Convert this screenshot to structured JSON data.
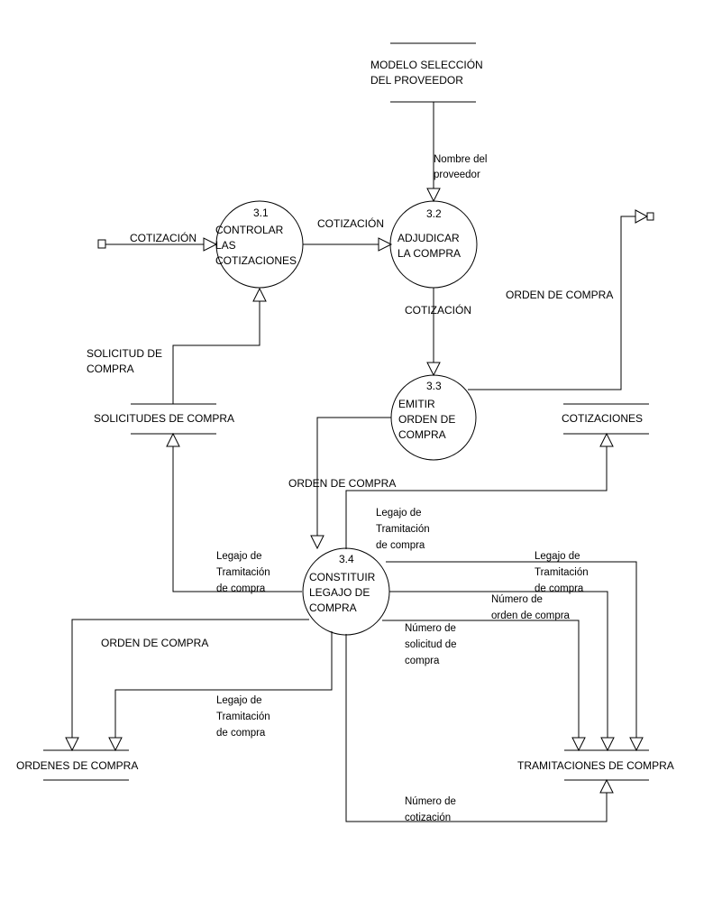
{
  "processes": {
    "p31": {
      "number": "3.1",
      "lines": [
        "CONTROLAR",
        "LAS",
        "COTIZACIONES"
      ]
    },
    "p32": {
      "number": "3.2",
      "lines": [
        "ADJUDICAR",
        "LA COMPRA"
      ]
    },
    "p33": {
      "number": "3.3",
      "lines": [
        "EMITIR",
        "ORDEN DE",
        "COMPRA"
      ]
    },
    "p34": {
      "number": "3.4",
      "lines": [
        "CONSTITUIR",
        "LEGAJO DE",
        "COMPRA"
      ]
    }
  },
  "stores": {
    "modelo": {
      "lines": [
        "MODELO SELECCIÓN",
        "DEL PROVEEDOR"
      ]
    },
    "solicitudes": {
      "label": "SOLICITUDES DE COMPRA"
    },
    "cotizaciones": {
      "label": "COTIZACIONES"
    },
    "ordenes": {
      "label": "ORDENES DE COMPRA"
    },
    "tramitaciones": {
      "label": "TRAMITACIONES DE COMPRA"
    }
  },
  "flows": {
    "cot_in": "COTIZACIÓN",
    "cot_31_32": "COTIZACIÓN",
    "cot_32_33": "COTIZACIÓN",
    "nombre_prov": [
      "Nombre del",
      "proveedor"
    ],
    "orden_out": "ORDEN DE COMPRA",
    "solicitud": [
      "SOLICITUD DE",
      "COMPRA"
    ],
    "orden_33_34": "ORDEN DE COMPRA",
    "legajo_cot": [
      "Legajo de",
      "Tramitación",
      "de compra"
    ],
    "legajo_sol": [
      "Legajo de",
      "Tramitación",
      "de compra"
    ],
    "legajo_tram": [
      "Legajo de",
      "Tramitación",
      "de compra"
    ],
    "numero_orden": [
      "Número de",
      "orden de compra"
    ],
    "numero_sol": [
      "Número de",
      "solicitud de",
      "compra"
    ],
    "orden_ordenes": "ORDEN DE COMPRA",
    "legajo_ordenes": [
      "Legajo de",
      "Tramitación",
      "de compra"
    ],
    "numero_cot": [
      "Número de",
      "cotización"
    ]
  }
}
